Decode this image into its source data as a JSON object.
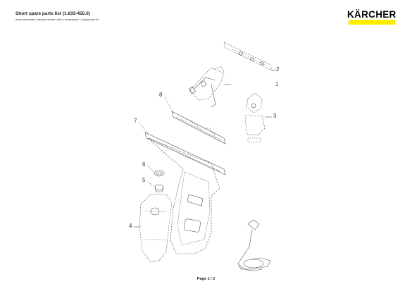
{
  "header": {
    "title": "Short spare parts list (1.633-455.0)",
    "subtitle": "Items and articles / window cleaner / with & components / 1 spare parts for",
    "brand": "KÄRCHER",
    "brand_color": "#ffed00"
  },
  "callouts": {
    "c1": "1",
    "c2": "2",
    "c3": "3",
    "c4": "4",
    "c5": "5",
    "c6": "6",
    "c7": "7",
    "c8": "8",
    "c1_color": "#2a55a6"
  },
  "footer": {
    "page_label": "Page 1 / 2"
  }
}
